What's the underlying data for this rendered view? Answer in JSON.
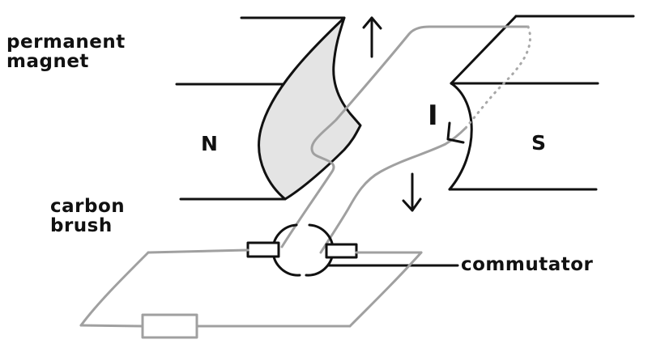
{
  "labels": {
    "permanent_magnet": "permanent\nmagnet",
    "north_pole": "N",
    "south_pole": "S",
    "current": "I",
    "carbon_brush": "carbon\nbrush",
    "commutator": "commutator"
  },
  "colors": {
    "outline": "#111111",
    "wire": "#a0a0a0",
    "dotted_wire": "#a8a8a8",
    "pole_face_fill": "#e4e4e4",
    "background": "#ffffff"
  },
  "icons": {
    "force_up": "arrow-up",
    "force_down": "arrow-down",
    "resistor": "resistor-box"
  }
}
